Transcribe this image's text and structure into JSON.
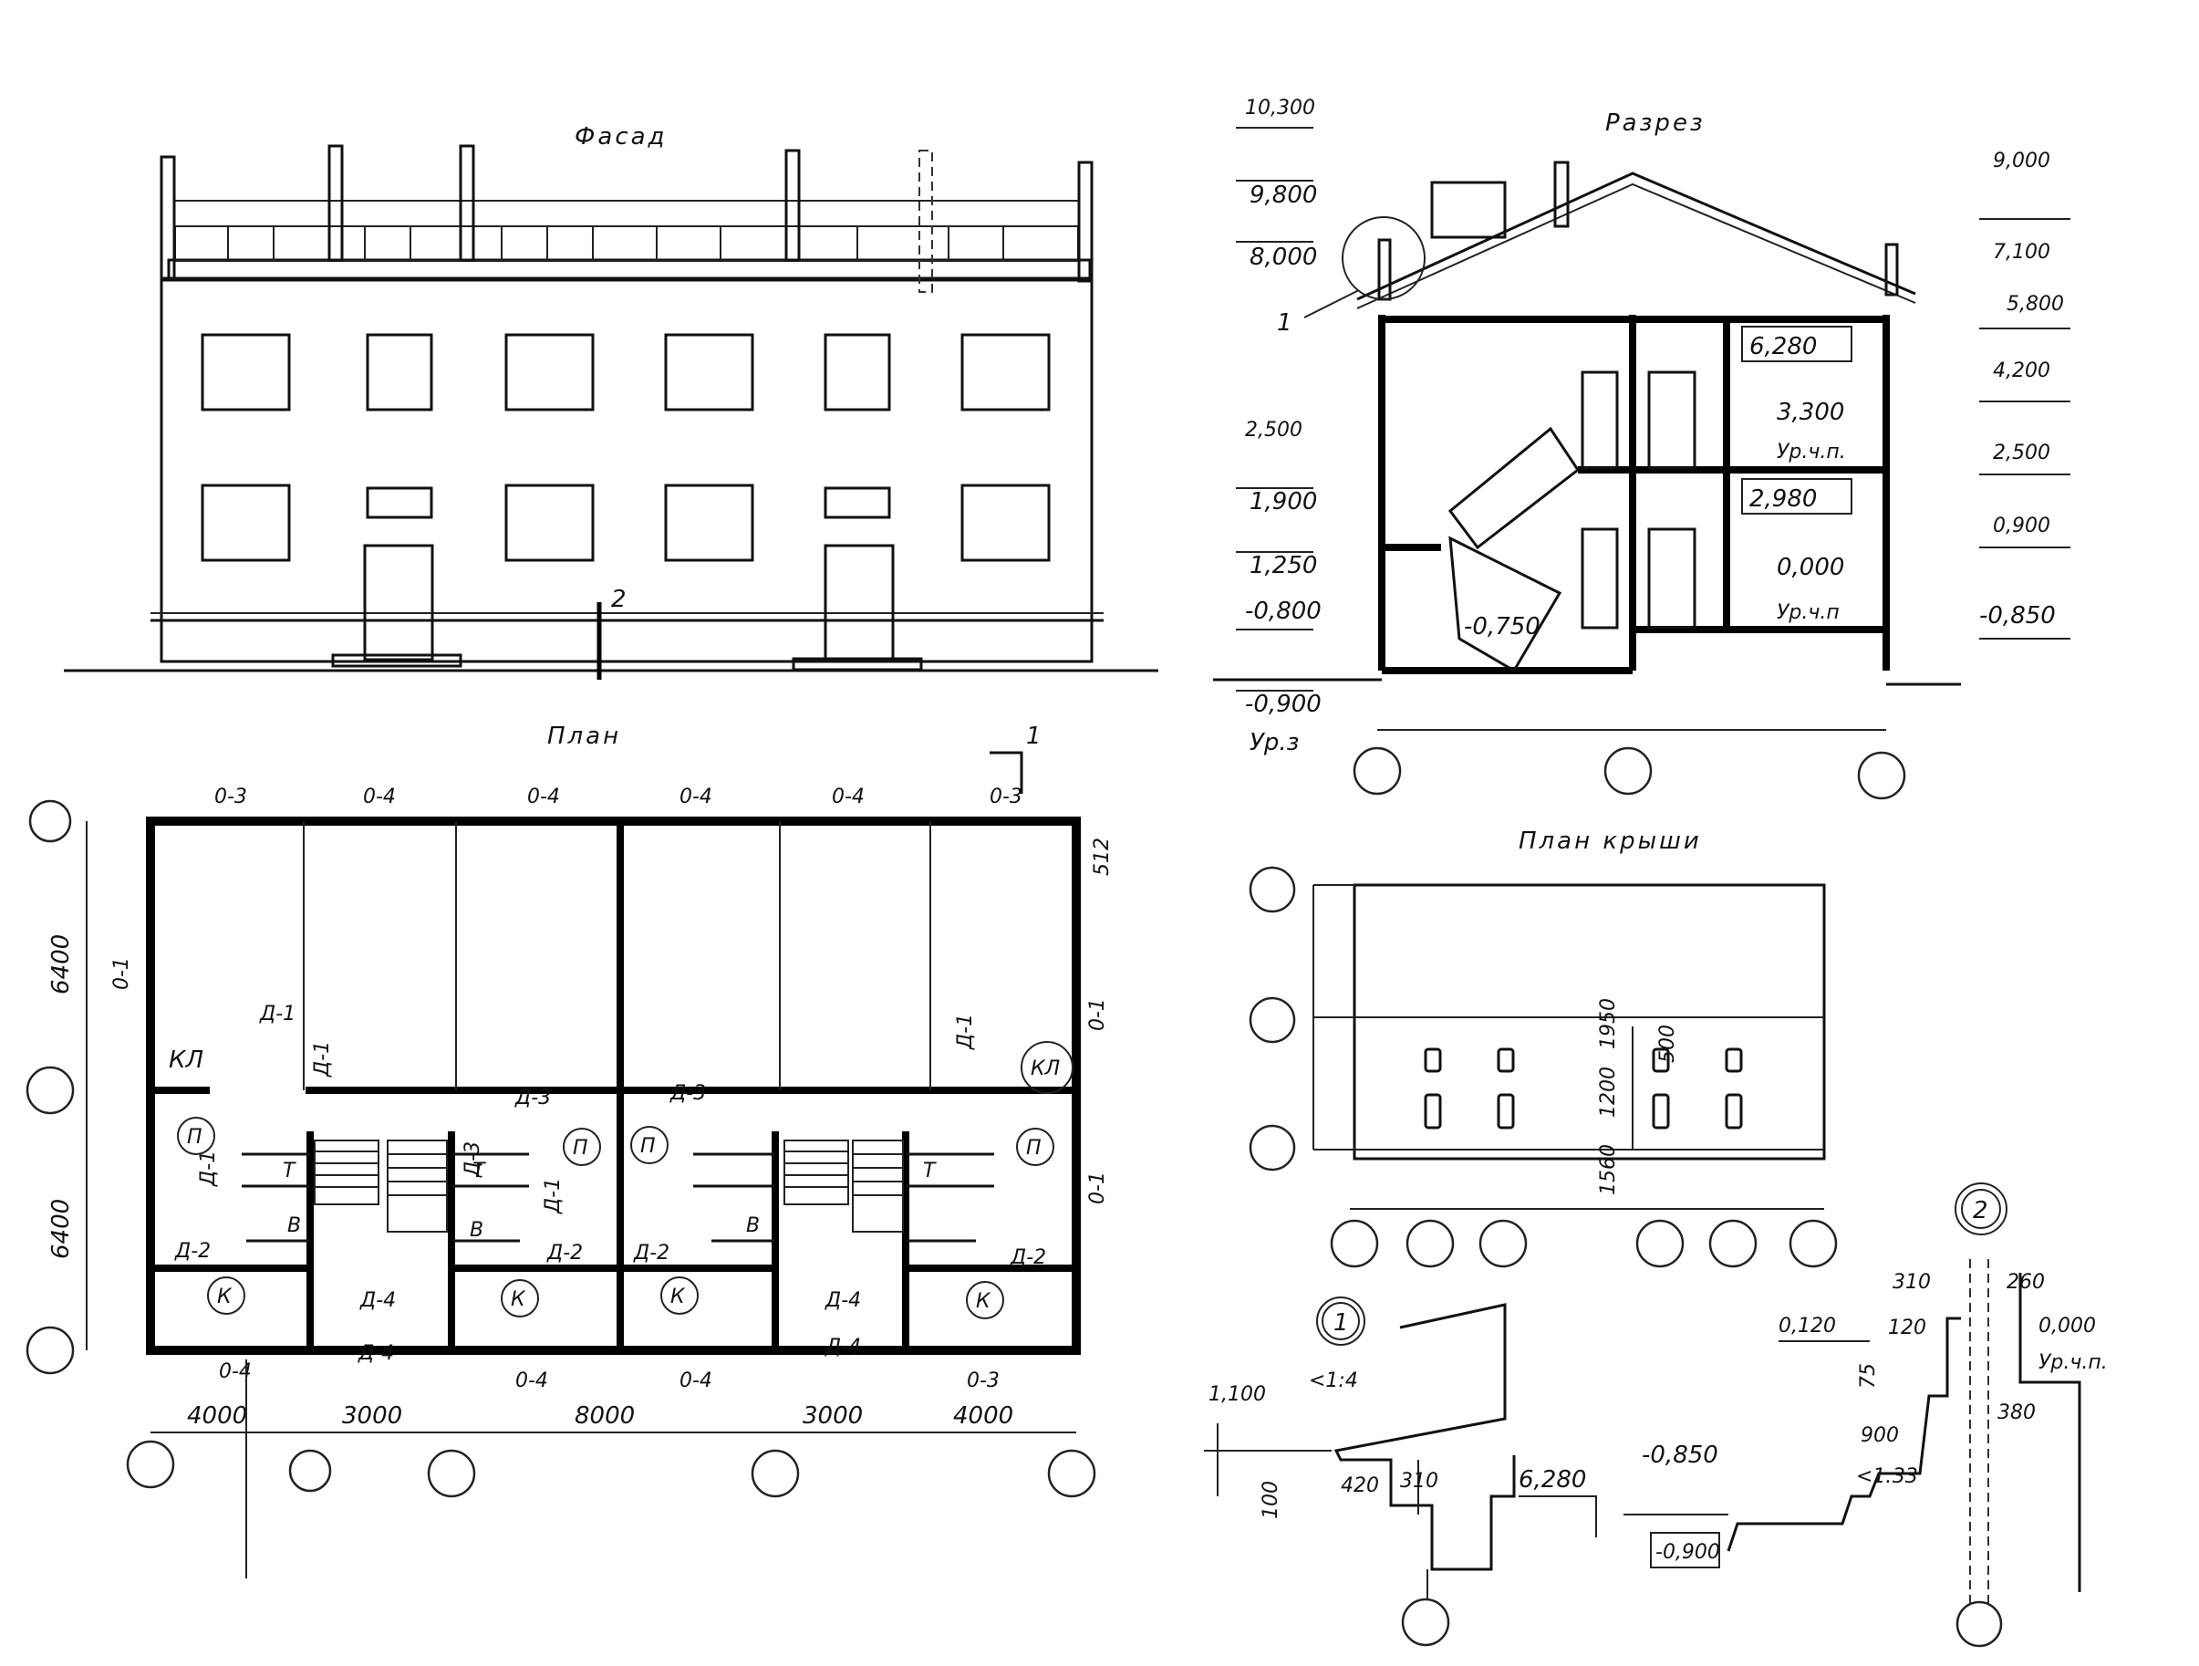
{
  "views": {
    "facade_title": "Фасад",
    "section_title": "Разрез",
    "plan_title": "План",
    "roof_plan_title": "План крыши"
  },
  "facade": {
    "section_mark": "2"
  },
  "section": {
    "left_levels": [
      "10,300",
      "9,800",
      "8,000",
      "2,500",
      "1,900",
      "1,250",
      "-0,800",
      "-0,900",
      "Ур.з"
    ],
    "right_levels": [
      "9,000",
      "7,100",
      "5,800",
      "4,200",
      "2,500",
      "0,900",
      "-0,850"
    ],
    "inner_levels": [
      "6,280",
      "3,300",
      "Ур.ч.п.",
      "2,980",
      "0,000",
      "Ур.ч.п"
    ],
    "stair_level": "-0,750",
    "callout": "1"
  },
  "plan": {
    "top_windows": [
      "0-3",
      "0-4",
      "0-4",
      "0-4",
      "0-4",
      "0-3"
    ],
    "bottom_windows": [
      "0-4",
      "0-4",
      "0-4",
      "0-3"
    ],
    "dims_bottom": [
      "4000",
      "3000",
      "8000",
      "3000",
      "4000"
    ],
    "dims_left": [
      "6400",
      "6400"
    ],
    "side_windows": [
      "0-1",
      "0-1",
      "0-1"
    ],
    "section_mark": "1",
    "wall_mark": "512",
    "doors": [
      "Д-1",
      "Д-1",
      "Д-3",
      "Д-3",
      "Д-3",
      "Д-1",
      "Д-1",
      "Д-1",
      "Д-2",
      "Д-2",
      "Д-2",
      "Д-2",
      "Д-4",
      "Д-4",
      "Д-4",
      "Д-4"
    ],
    "rooms": [
      "КЛ",
      "КЛ",
      "П",
      "П",
      "П",
      "П",
      "К",
      "К",
      "К",
      "К",
      "Т",
      "Т",
      "Т",
      "В",
      "В",
      "В"
    ]
  },
  "roof_plan": {
    "dims": [
      "1950",
      "500",
      "1200",
      "1560"
    ]
  },
  "detail1": {
    "marker": "1",
    "labels": [
      "1,100",
      "<1:4",
      "100",
      "420",
      "310",
      "6,280"
    ]
  },
  "detail2": {
    "marker": "2",
    "labels": [
      "310",
      "260",
      "0,120",
      "120",
      "75",
      "0,000",
      "Ур.ч.п.",
      "380",
      "900",
      "<1:33",
      "-0,850",
      "-0,900"
    ]
  }
}
